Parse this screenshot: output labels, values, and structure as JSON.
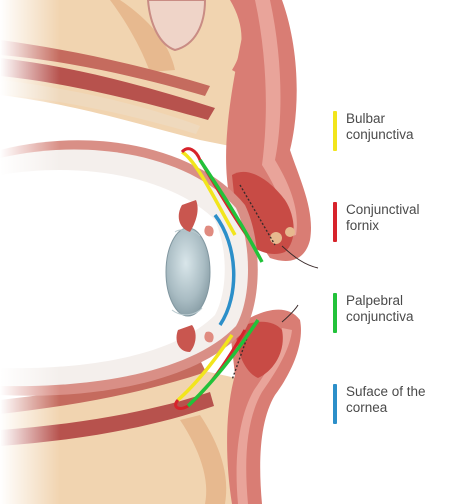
{
  "legend": [
    {
      "label": "Bulbar\nconjunctiva",
      "color": "#f2e51c"
    },
    {
      "label": "Conjunctival\nfornix",
      "color": "#d7232b"
    },
    {
      "label": "Palpebral\nconjunctiva",
      "color": "#22c23a"
    },
    {
      "label": "Suface of the\ncornea",
      "color": "#2c8fc9"
    }
  ],
  "palette": {
    "skin": "#d97d74",
    "fat": "#f3d8b4",
    "muscle": "#c94f4a",
    "sclera": "#f5f1ee",
    "bone": "#efd7c0"
  }
}
